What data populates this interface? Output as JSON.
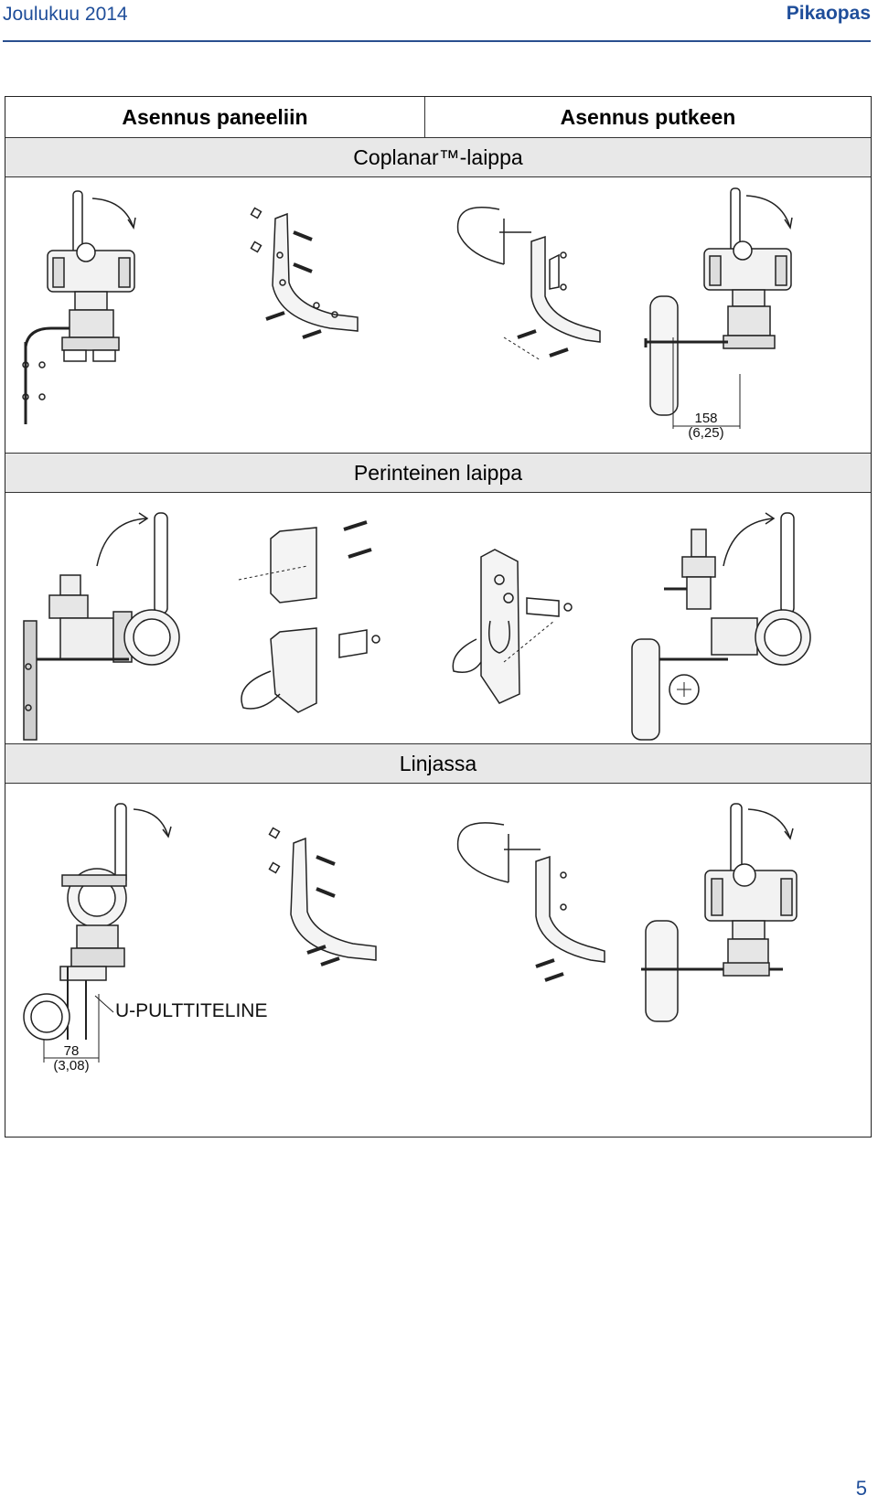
{
  "header": {
    "date": "Joulukuu 2014",
    "doc_type": "Pikaopas"
  },
  "table": {
    "col_panel": "Asennus paneeliin",
    "col_pipe": "Asennus putkeen",
    "section_coplanar": "Coplanar™-laippa",
    "section_traditional": "Perinteinen laippa",
    "section_inline": "Linjassa"
  },
  "dims": {
    "coplanar_pipe_mm": "158",
    "coplanar_pipe_in": "(6,25)",
    "inline_mm": "78",
    "inline_in": "(3,08)"
  },
  "labels": {
    "ubolt": "U-PULTTITELINE"
  },
  "footer": {
    "page": "5"
  }
}
